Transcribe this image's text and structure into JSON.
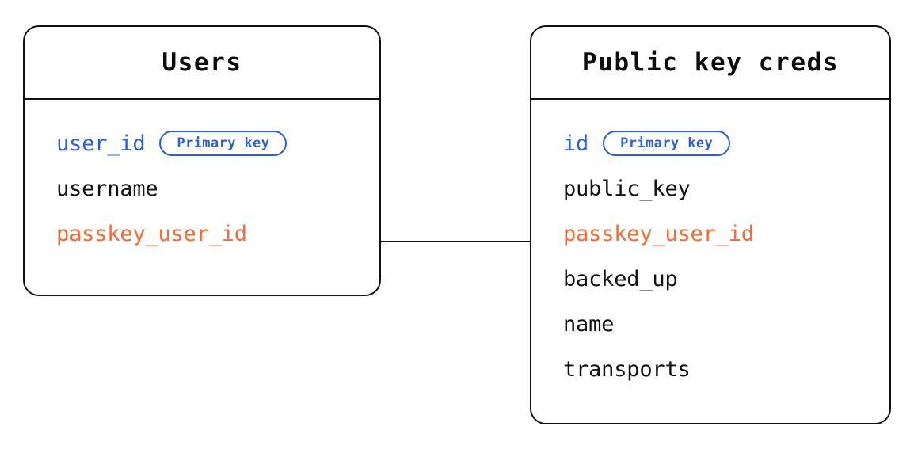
{
  "diagram": {
    "type": "entity-relationship",
    "background_color": "#ffffff",
    "line_color": "#111111",
    "key_color": "#2f5ed4",
    "foreign_key_color": "#ef6c3b",
    "text_color": "#111111",
    "badge_label": "Primary key",
    "entities": [
      {
        "id": "users",
        "title": "Users",
        "fields": [
          {
            "name": "user_id",
            "role": "primary-key",
            "badge": "Primary key"
          },
          {
            "name": "username",
            "role": "plain",
            "badge": null
          },
          {
            "name": "passkey_user_id",
            "role": "foreign-key",
            "badge": null
          }
        ]
      },
      {
        "id": "public-key-creds",
        "title": "Public key creds",
        "fields": [
          {
            "name": "id",
            "role": "primary-key",
            "badge": "Primary key"
          },
          {
            "name": "public_key",
            "role": "plain",
            "badge": null
          },
          {
            "name": "passkey_user_id",
            "role": "foreign-key",
            "badge": null
          },
          {
            "name": "backed_up",
            "role": "plain",
            "badge": null
          },
          {
            "name": "name",
            "role": "plain",
            "badge": null
          },
          {
            "name": "transports",
            "role": "plain",
            "badge": null
          }
        ]
      }
    ],
    "relationships": [
      {
        "from_entity": "users",
        "from_field": "passkey_user_id",
        "to_entity": "public-key-creds",
        "to_field": "passkey_user_id",
        "style": "solid-line"
      }
    ]
  }
}
